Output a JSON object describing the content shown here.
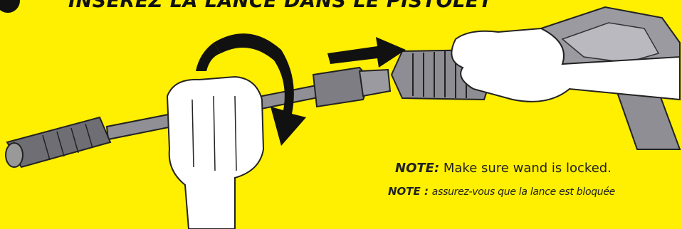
{
  "title": "INSÉREZ LA LANCE DANS LE PISTOLET",
  "notes": {
    "en_label": "NOTE:",
    "en_text": "Make sure wand is locked.",
    "fr_label": "NOTE :",
    "fr_text": "assurez-vous que la lance est bloquée"
  },
  "colors": {
    "background": "#ffef00",
    "ink": "#111111"
  },
  "icons": [
    "rotate-arrow-icon",
    "insert-arrow-icon"
  ]
}
